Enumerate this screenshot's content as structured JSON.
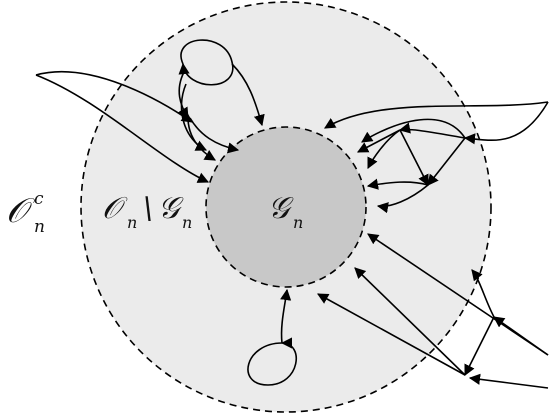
{
  "labels": {
    "outer_complement": "𝒪",
    "outer_complement_sup": "c",
    "outer_complement_sub": "n",
    "ring_O": "𝒪",
    "ring_O_sub": "n",
    "ring_backslash": "\\",
    "ring_G": "𝒢",
    "ring_G_sub": "n",
    "core_G": "𝒢",
    "core_G_sub": "n"
  },
  "colors": {
    "outer_fill": "#ebebeb",
    "core_fill": "#c8c8c8",
    "stroke": "#000000"
  }
}
